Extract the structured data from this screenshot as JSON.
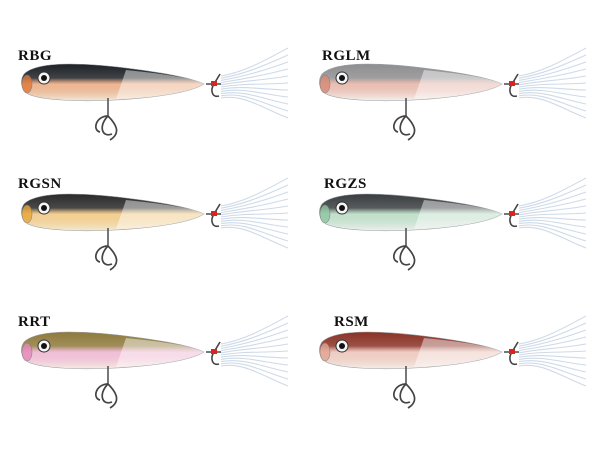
{
  "lures": [
    {
      "code": "RBG",
      "back": "#1e2226",
      "belly": "#f0eadc",
      "accent": "#e07a3a"
    },
    {
      "code": "RGLM",
      "back": "#8e8e90",
      "belly": "#f4f2ef",
      "accent": "#d98a76"
    },
    {
      "code": "RGSN",
      "back": "#2a2a2a",
      "belly": "#f3ead2",
      "accent": "#e9a83c"
    },
    {
      "code": "RGZS",
      "back": "#3a3e40",
      "belly": "#eef0ee",
      "accent": "#8fc7a2"
    },
    {
      "code": "RRT",
      "back": "#8f7a3c",
      "belly": "#f4ece4",
      "accent": "#e58ab8"
    },
    {
      "code": "RSM",
      "back": "#8a3226",
      "belly": "#f3eee8",
      "accent": "#e3a493"
    }
  ]
}
